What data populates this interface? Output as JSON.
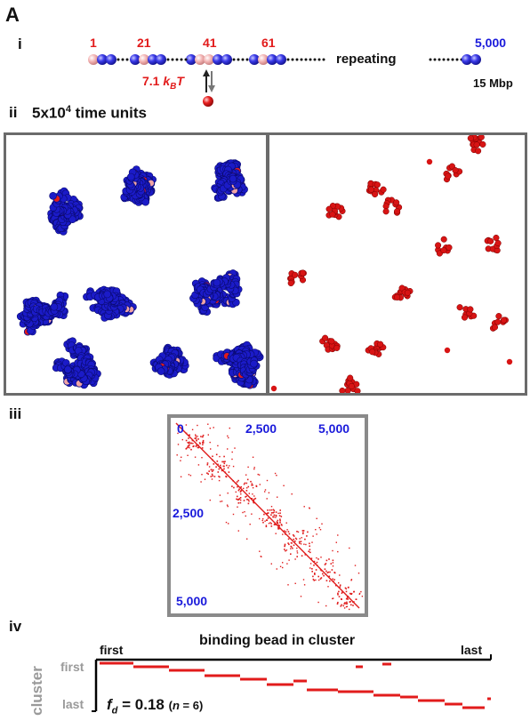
{
  "figure": {
    "panel_letter": "A",
    "sections": {
      "i": "i",
      "ii": "ii",
      "iii": "iii",
      "iv": "iv"
    }
  },
  "section_i": {
    "bead_labels": [
      "1",
      "21",
      "41",
      "61"
    ],
    "repeating_label": "repeating",
    "end_label": "5,000",
    "energy_prefix": "7.1 ",
    "energy_k": "k",
    "energy_sub": "B",
    "energy_T": "T",
    "size_label": "15 Mbp",
    "colors": {
      "binding_bead": "#f2a8a8",
      "polymer_bead": "#2a2ae0",
      "factor": "#e01c1c"
    }
  },
  "section_ii": {
    "title_prefix": "5x10",
    "title_exp": "4",
    "title_suffix": " time units"
  },
  "section_iii": {
    "top_ticks": [
      "0",
      "2,500",
      "5,000"
    ],
    "left_ticks": [
      "2,500",
      "5,000"
    ],
    "axis_color": "#1a1adb",
    "contact_color": "#e01c1c"
  },
  "section_iv": {
    "title": "binding bead in cluster",
    "x_first": "first",
    "x_last": "last",
    "y_axis": "cluster",
    "y_first": "first",
    "y_last": "last",
    "fd_f": "f",
    "fd_sub": "d",
    "fd_value": " = 0.18",
    "fd_n_open": "(",
    "fd_n": "n",
    "fd_n_close": " = 6)"
  }
}
